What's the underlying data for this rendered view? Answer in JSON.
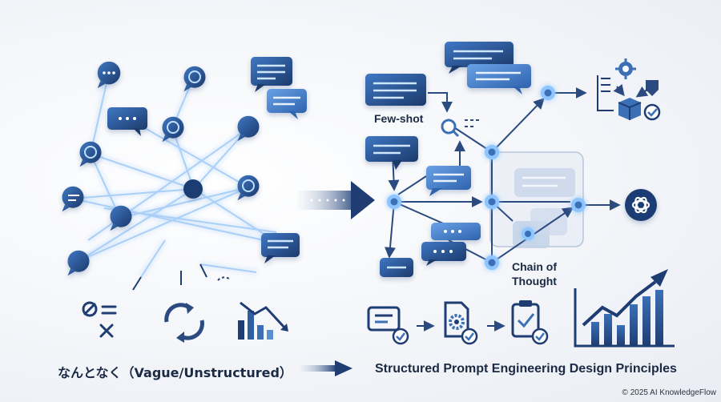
{
  "labels": {
    "few_shot": "Few-shot",
    "chain_of_thought_line1": "Chain of",
    "chain_of_thought_line2": "Thought",
    "left_caption": "なんとなく（Vague/Unstructured）",
    "right_caption": "Structured Prompt Engineering Design Principles",
    "copyright": "© 2025 AI KnowledgeFlow"
  },
  "colors": {
    "navy": "#1f3d73",
    "mid_blue": "#3b6fb6",
    "light_blue": "#7fb0ea",
    "glow": "#8ec5ff",
    "text": "#1b2a44"
  },
  "icons": [
    "speech-bubble-icon",
    "prohibited-list-icon",
    "cycle-arrows-icon",
    "declining-chart-icon",
    "form-check-icon",
    "gear-document-check-icon",
    "clipboard-check-icon",
    "rising-chart-icon",
    "workflow-icon",
    "ai-logo-icon"
  ]
}
